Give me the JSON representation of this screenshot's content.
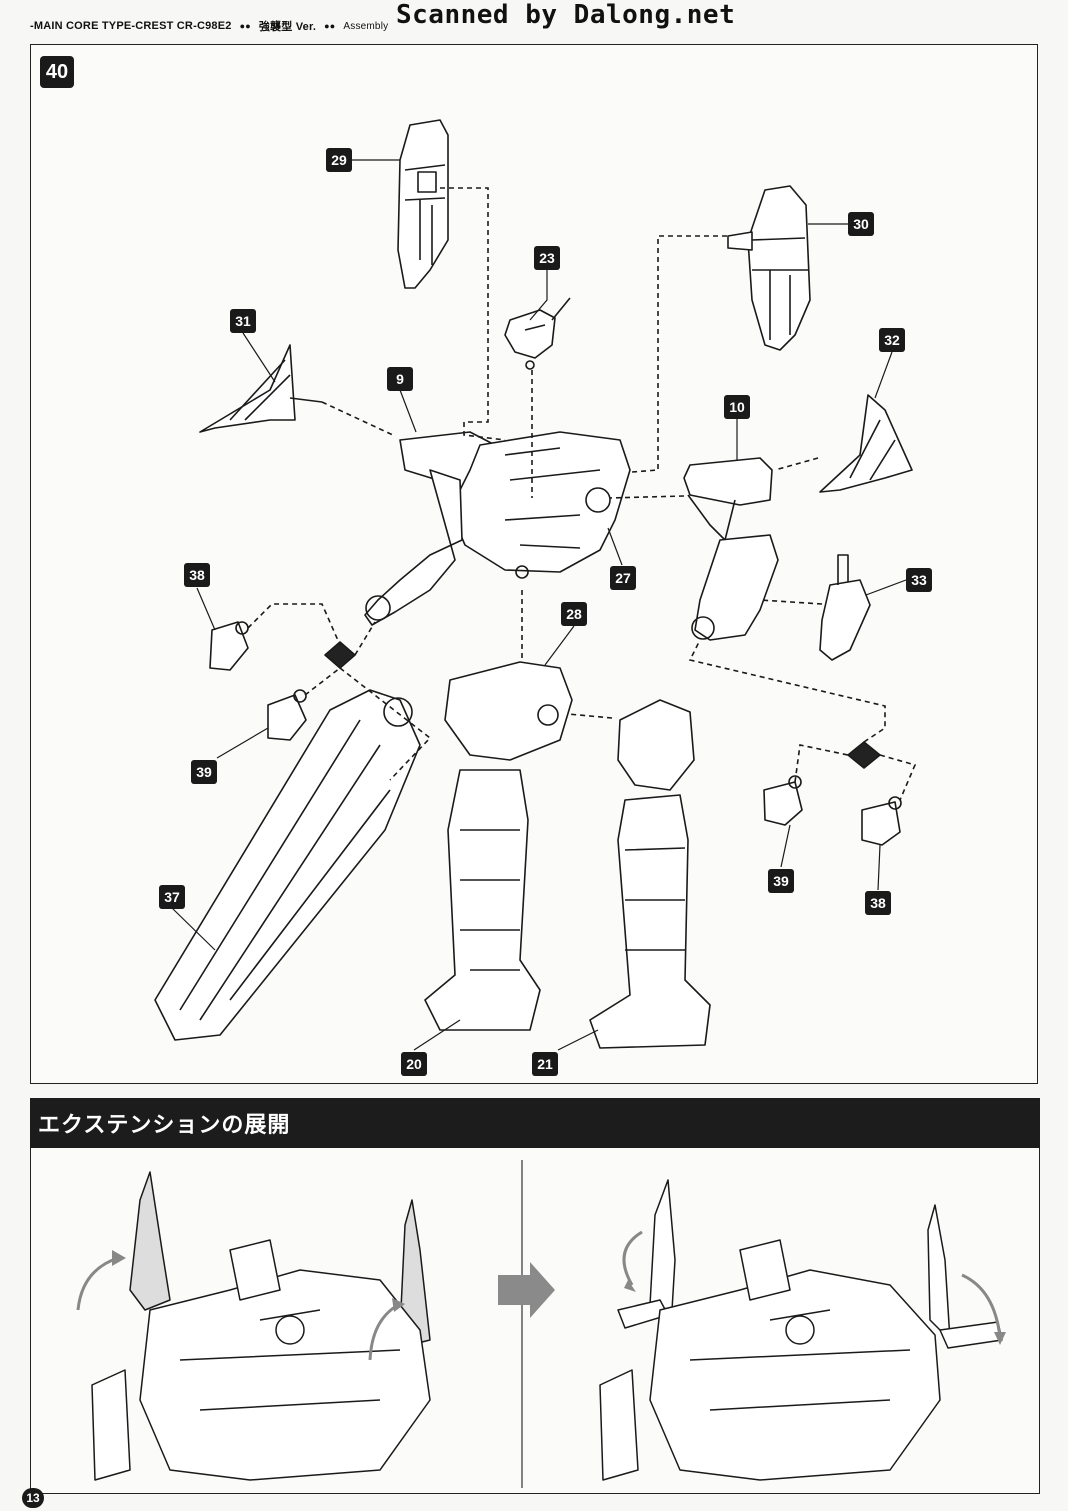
{
  "header": {
    "model": "-MAIN CORE TYPE-CREST  CR-C98E2",
    "variant": "強襲型 Ver.",
    "section": "Assembly"
  },
  "watermark": "Scanned by Dalong.net",
  "step": {
    "number": "40"
  },
  "part_labels": {
    "p29": "29",
    "p30": "30",
    "p23": "23",
    "p31": "31",
    "p9": "9",
    "p10": "10",
    "p32": "32",
    "p38a": "38",
    "p27": "27",
    "p33": "33",
    "p28": "28",
    "p39a": "39",
    "p37": "37",
    "p39b": "39",
    "p38b": "38",
    "p20": "20",
    "p21": "21"
  },
  "extension_section": {
    "title": "エクステンションの展開"
  },
  "page_number": "13",
  "colors": {
    "label_bg": "#1a1a1a",
    "arrow_gray": "#808080"
  }
}
